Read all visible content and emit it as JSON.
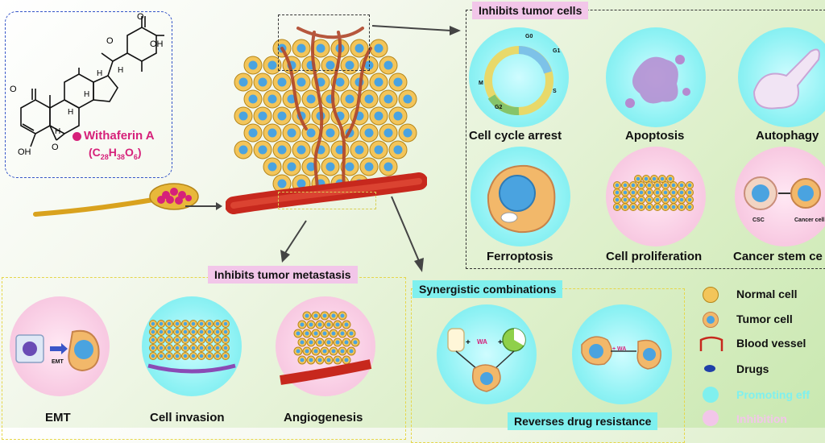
{
  "compound": {
    "name": "Withaferin A",
    "formula_prefix": "(C",
    "formula_c": "28",
    "formula_h_prefix": "H",
    "formula_h": "38",
    "formula_o_prefix": "O",
    "formula_o": "6",
    "formula_suffix": ")",
    "atom_oh_top": "OH",
    "atom_oh_bottom": "OH",
    "atom_o1": "O",
    "atom_o2": "O",
    "atom_o3": "O",
    "atom_o4": "O",
    "atom_h1": "H",
    "atom_h2": "H",
    "atom_h3": "H",
    "atom_h4": "H",
    "atom_h5": "H"
  },
  "sections": {
    "inhibits_tumor_cells": "Inhibits tumor cells",
    "inhibits_metastasis": "Inhibits tumor metastasis",
    "synergistic": "Synergistic combinations",
    "reverses_resistance": "Reverses drug resistance"
  },
  "tumor_cells": {
    "cell_cycle": "Cell cycle arrest",
    "apoptosis": "Apoptosis",
    "autophagy": "Autophagy",
    "ferroptosis": "Ferroptosis",
    "proliferation": "Cell proliferation",
    "stem": "Cancer stem ce",
    "phase_g0": "G0",
    "phase_g1": "G1",
    "phase_s": "S",
    "phase_g2": "G2",
    "phase_m": "M",
    "csc": "CSC",
    "cancer_cell": "Cancer cell"
  },
  "metastasis": {
    "emt": "EMT",
    "emt_small": "EMT",
    "invasion": "Cell invasion",
    "angiogenesis": "Angiogenesis"
  },
  "synergy": {
    "wa1": "WA",
    "wa2": "+ WA",
    "plus1": "+",
    "plus2": "+"
  },
  "legend": {
    "normal_cell": "Normal cell",
    "tumor_cell": "Tumor cell",
    "blood_vessel": "Blood vessel",
    "drugs": "Drugs",
    "promoting": "Promoting eff",
    "inhibition": "Inhibition"
  },
  "colors": {
    "cyan": "#7ff0ee",
    "pink": "#f2c6e9",
    "magenta_text": "#d6217a",
    "vessel": "#c7281d",
    "cell_yellow": "#f3c55a",
    "nucleus_blue": "#4aa3e0"
  }
}
